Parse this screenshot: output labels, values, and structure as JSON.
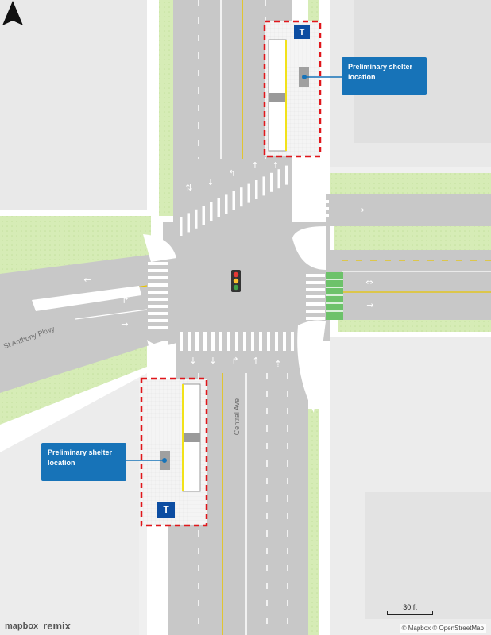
{
  "callouts": [
    {
      "id": "north",
      "line1": "Preliminary shelter",
      "line2": "location"
    },
    {
      "id": "south",
      "line1": "Preliminary shelter",
      "line2": "location"
    }
  ],
  "roads": {
    "st_anthony": "St Anthony Pkwy",
    "central": "Central Ave"
  },
  "scale": {
    "label": "30 ft"
  },
  "attribution": "© Mapbox © OpenStreetMap",
  "logos": {
    "mapbox": "mapbox",
    "remix": "remix"
  },
  "transit_sign": {
    "letter": "T"
  },
  "colors": {
    "road": "#c8c8c8",
    "sidewalk": "#ffffff",
    "grass": "#d6ecb6",
    "building": "#e6e6e6",
    "callout": "#1773b8",
    "bus_stop_box": "#e0161b",
    "bus_lane": "#f2e21a",
    "bike_lane": "#4caf50"
  },
  "icons": [
    "traffic-signal-icon",
    "north-arrow-icon",
    "transit-sign-icon",
    "lane-arrow-icon"
  ]
}
